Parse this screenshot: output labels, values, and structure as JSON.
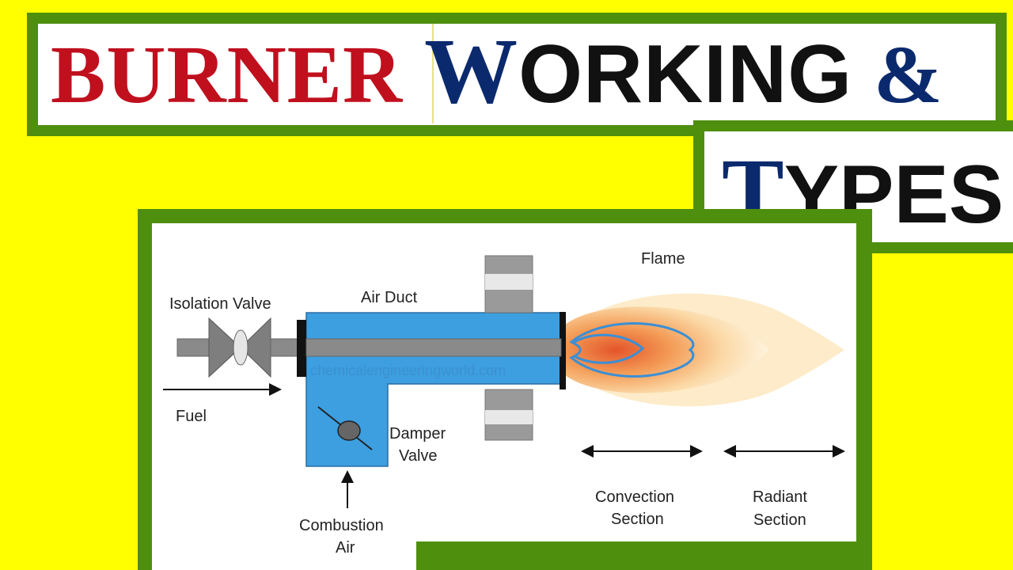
{
  "title": {
    "word1": "BURNER",
    "word2_cap": "W",
    "word2_rest": "ORKING",
    "amp": "&",
    "word3_cap": "T",
    "word3_rest": "YPES"
  },
  "diagram": {
    "watermark": "chemicalengineeringworld.com",
    "labels": {
      "isolation_valve": "Isolation Valve",
      "air_duct": "Air Duct",
      "flame": "Flame",
      "fuel": "Fuel",
      "damper_line1": "Damper",
      "damper_line2": "Valve",
      "combustion_line1": "Combustion",
      "combustion_line2": "Air",
      "convection_line1": "Convection",
      "convection_line2": "Section",
      "radiant_line1": "Radiant",
      "radiant_line2": "Section"
    },
    "colors": {
      "duct_blue": "#3d9ee0",
      "pipe_grey": "#8a8a8a",
      "flame_outer": "#fde7c0",
      "flame_mid": "#f7b46a",
      "flame_core": "#e25a2c",
      "flame_outline": "#3a8fd6"
    }
  }
}
